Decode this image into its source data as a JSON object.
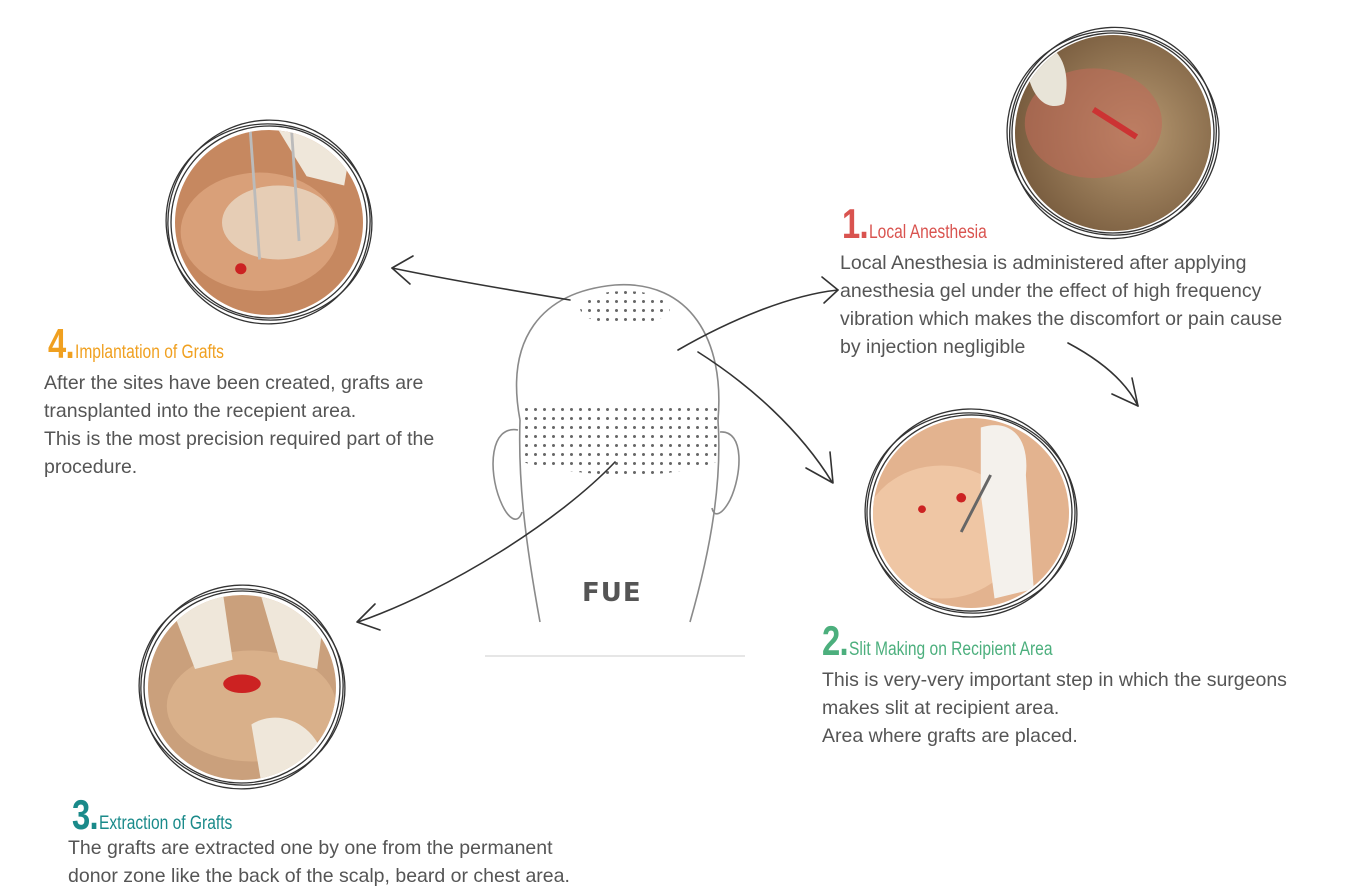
{
  "colors": {
    "step1": "#d9534f",
    "step2": "#4caf7d",
    "step3": "#1a8a8a",
    "step4": "#f0a020",
    "text": "#555555",
    "sketch": "#333333"
  },
  "head": {
    "label": "FUE"
  },
  "steps": [
    {
      "number": "1.",
      "title": "Local Anesthesia",
      "lines": [
        "Local Anesthesia is administered after applying",
        "anesthesia gel under the effect of high frequency",
        "vibration which makes the discomfort or pain cause",
        "by injection negligible"
      ],
      "photo_icon": "anesthesia-injection-photo"
    },
    {
      "number": "2.",
      "title": "Slit Making on Recipient Area",
      "lines": [
        "This is very-very important step in which the surgeons",
        "makes slit at recipient area.",
        "Area where grafts are placed."
      ],
      "photo_icon": "slit-making-photo"
    },
    {
      "number": "3.",
      "title": "Extraction of Grafts",
      "lines": [
        "The grafts are extracted one by one from the permanent",
        "donor zone like the back of the scalp, beard or chest area."
      ],
      "photo_icon": "graft-extraction-photo"
    },
    {
      "number": "4.",
      "title": "Implantation of Grafts",
      "lines": [
        "After the sites have been created, grafts are",
        "transplanted into the recepient area.",
        "This is the most precision required part of the",
        "procedure."
      ],
      "photo_icon": "graft-implantation-photo"
    }
  ]
}
